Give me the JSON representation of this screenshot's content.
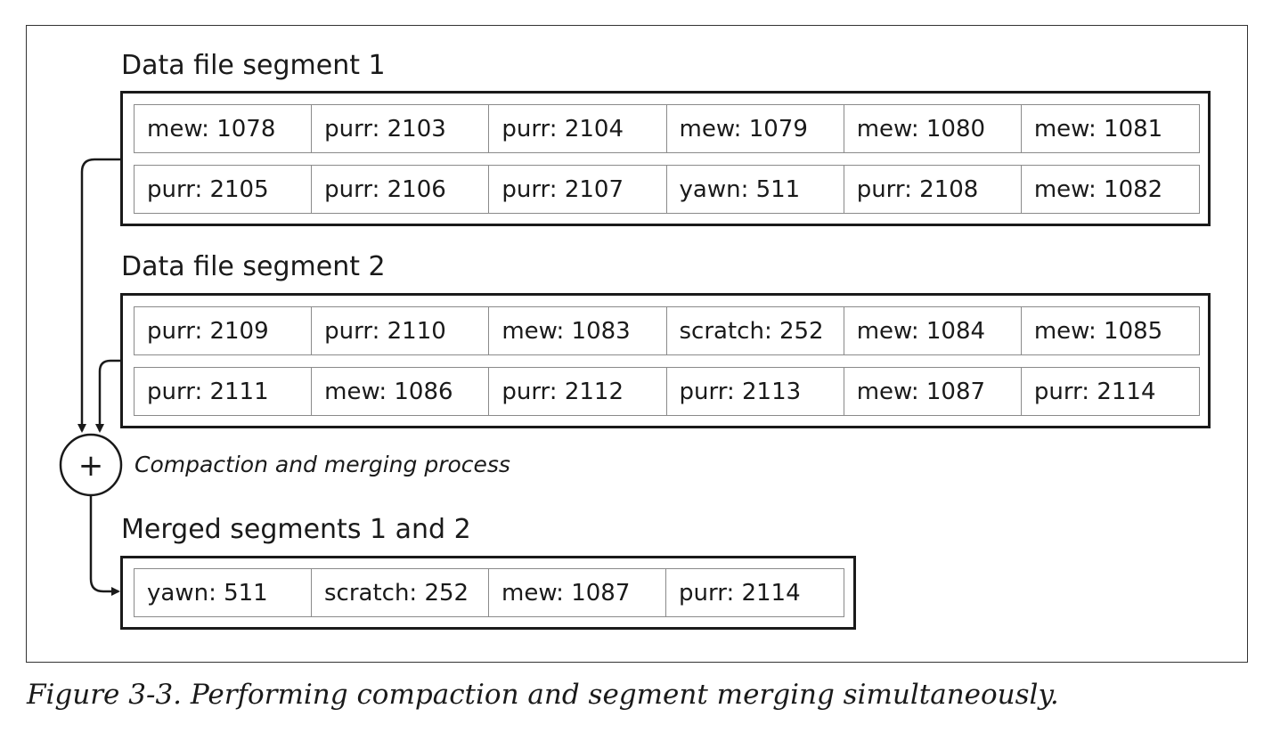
{
  "segments": [
    {
      "title": "Data file segment 1",
      "rows": [
        [
          "mew: 1078",
          "purr: 2103",
          "purr: 2104",
          "mew: 1079",
          "mew: 1080",
          "mew: 1081"
        ],
        [
          "purr: 2105",
          "purr: 2106",
          "purr: 2107",
          "yawn: 511",
          "purr: 2108",
          "mew: 1082"
        ]
      ]
    },
    {
      "title": "Data file segment 2",
      "rows": [
        [
          "purr: 2109",
          "purr: 2110",
          "mew: 1083",
          "scratch: 252",
          "mew: 1084",
          "mew: 1085"
        ],
        [
          "purr: 2111",
          "mew: 1086",
          "purr: 2112",
          "purr: 2113",
          "mew: 1087",
          "purr: 2114"
        ]
      ]
    }
  ],
  "process": {
    "symbol": "+",
    "label": "Compaction and merging process"
  },
  "merged": {
    "title": "Merged segments 1 and 2",
    "cells": [
      "yawn: 511",
      "scratch: 252",
      "mew: 1087",
      "purr: 2114"
    ]
  },
  "caption": "Figure 3-3. Performing compaction and segment merging simultaneously."
}
